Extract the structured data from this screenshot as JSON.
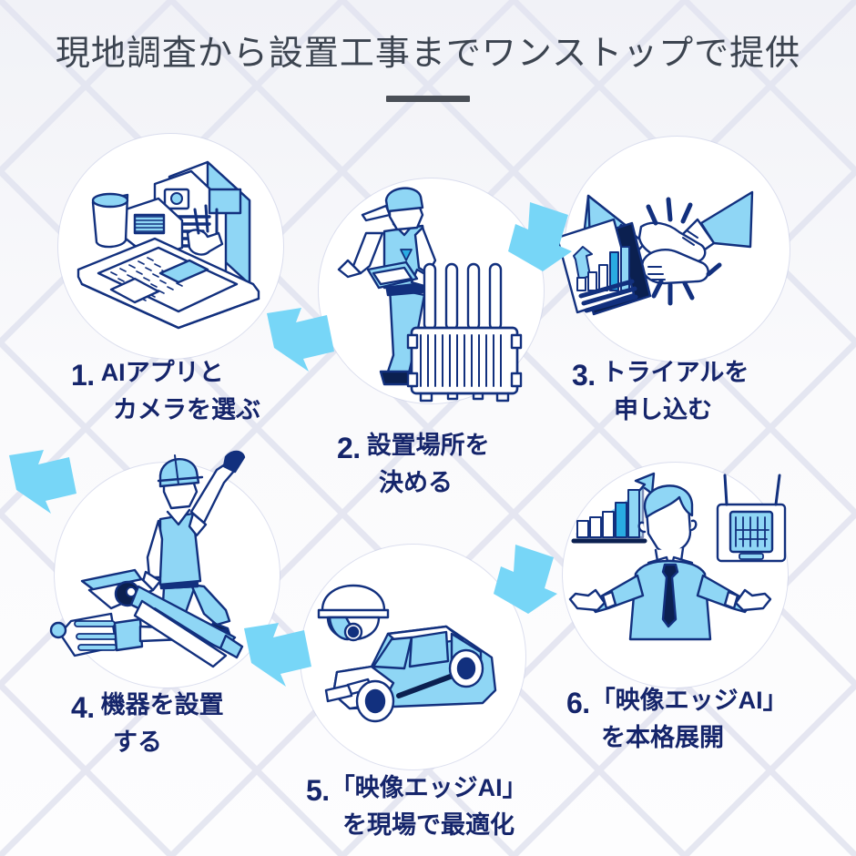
{
  "header": {
    "title": "現地調査から設置工事までワンストップで提供",
    "divider": true
  },
  "colors": {
    "background": "#FAFAFC",
    "lattice_line": "#E2E4F0",
    "title_text": "#3C4450",
    "divider": "#4A4F57",
    "label_text": "#15256B",
    "arrow_cyan": "#77D6F7",
    "ink_navy": "#12307E",
    "ink_dark_navy": "#0B2050",
    "fill_light_blue": "#8FD6F5",
    "fill_mid_blue": "#29ABE2",
    "circle_white": "#FFFFFF"
  },
  "steps": [
    {
      "number": "1.",
      "line1": "AIアプリと",
      "line2": "カメラを選ぶ",
      "illustration": "laptop-with-app-screens-and-coffee-cup"
    },
    {
      "number": "2.",
      "line1": "設置場所を",
      "line2": "決める",
      "illustration": "technician-with-tablet-and-edge-gateway"
    },
    {
      "number": "3.",
      "line1": "トライアルを",
      "line2": "申し込む",
      "illustration": "handshake-with-report-document"
    },
    {
      "number": "4.",
      "line1": "機器を設置",
      "line2": "する",
      "illustration": "worker-with-pliers-and-screwdriver"
    },
    {
      "number": "5.",
      "line1": "「映像エッジAI」",
      "line2": "を現場で最適化",
      "illustration": "dome-camera-and-station-wagon"
    },
    {
      "number": "6.",
      "line1": "「映像エッジAI」",
      "line2": "を本格展開",
      "illustration": "businessman-with-growth-chart-and-router"
    }
  ],
  "arrows": [
    {
      "id": "arrow-1-to-2",
      "direction": "down-right"
    },
    {
      "id": "arrow-2-to-3",
      "direction": "up-right"
    },
    {
      "id": "arrow-3-to-4",
      "direction": "down-left-wrap"
    },
    {
      "id": "arrow-4-to-5",
      "direction": "down-right"
    },
    {
      "id": "arrow-5-to-6",
      "direction": "up-right"
    }
  ]
}
